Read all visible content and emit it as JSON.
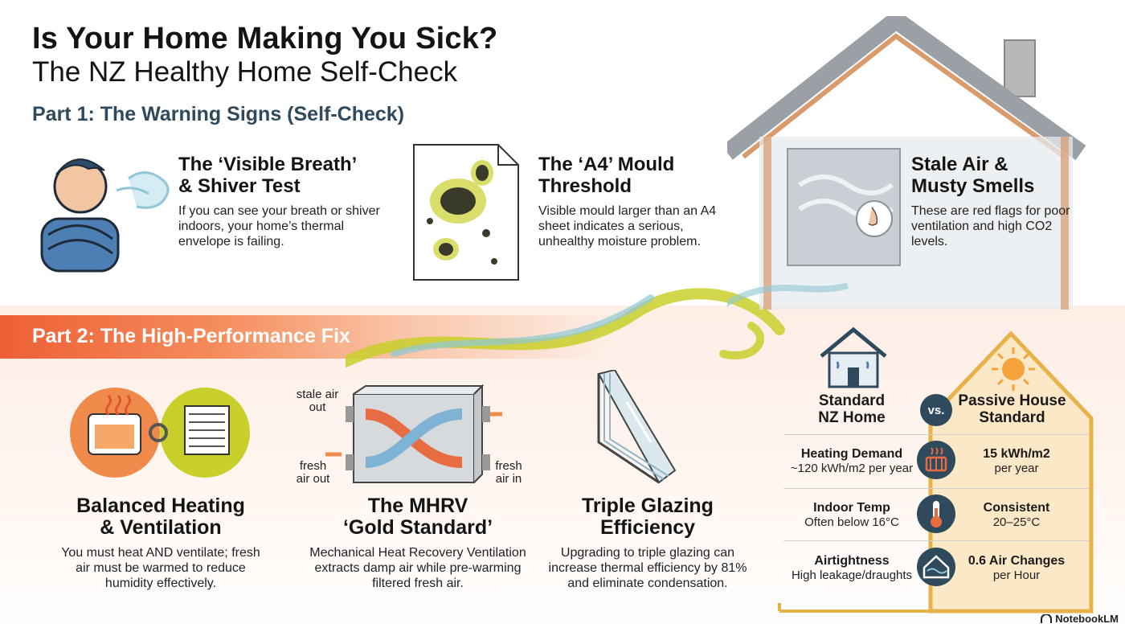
{
  "header": {
    "title": "Is Your Home Making You Sick?",
    "subtitle": "The NZ Healthy Home Self-Check"
  },
  "part1": {
    "heading": "Part 1: The Warning Signs (Self-Check)",
    "cards": [
      {
        "title_line1": "The ‘Visible Breath’",
        "title_line2": "& Shiver Test",
        "body": "If you can see your breath or shiver indoors, your home’s thermal envelope is failing.",
        "icon": "shivering-person-icon"
      },
      {
        "title_line1": "The ‘A4’ Mould",
        "title_line2": "Threshold",
        "body": "Visible mould larger than an A4 sheet indicates a serious, unhealthy moisture problem.",
        "icon": "mouldy-paper-icon"
      },
      {
        "title_line1": "Stale Air &",
        "title_line2": "Musty Smells",
        "body": "These are red flags for poor ventilation and high CO2 levels.",
        "icon": "nose-icon"
      }
    ]
  },
  "part2": {
    "heading": "Part 2: The High-Performance Fix",
    "fixes": [
      {
        "title_line1": "Balanced Heating",
        "title_line2": "& Ventilation",
        "body": "You must heat AND ventilate; fresh air must be warmed to reduce humidity effectively."
      },
      {
        "title_line1": "The MHRV",
        "title_line2": "‘Gold Standard’",
        "body": "Mechanical Heat Recovery Ventilation extracts damp air while pre-warming filtered fresh air.",
        "labels": {
          "stale_out_1": "stale air",
          "stale_out_2": "out",
          "fresh_out_1": "fresh",
          "fresh_out_2": "air out",
          "fresh_in_1": "fresh",
          "fresh_in_2": "air in"
        }
      },
      {
        "title_line1": "Triple Glazing",
        "title_line2": "Efficiency",
        "body": "Upgrading to triple glazing can increase thermal efficiency by 81% and eliminate condensation."
      }
    ]
  },
  "comparison": {
    "left_head_1": "Standard",
    "left_head_2": "NZ Home",
    "vs": "vs.",
    "right_head_1": "Passive House",
    "right_head_2": "Standard",
    "rows": [
      {
        "left_title": "Heating Demand",
        "left_value": "~120 kWh/m2 per year",
        "icon": "heater-icon",
        "right_title": "15 kWh/m2",
        "right_value": "per year"
      },
      {
        "left_title": "Indoor Temp",
        "left_value": "Often below 16°C",
        "icon": "thermometer-icon",
        "right_title": "Consistent",
        "right_value": "20–25°C"
      },
      {
        "left_title": "Airtightness",
        "left_value": "High leakage/draughts",
        "icon": "air-leak-house-icon",
        "right_title": "0.6 Air Changes",
        "right_value": "per Hour"
      }
    ]
  },
  "footer": {
    "brand": "NotebookLM"
  },
  "colors": {
    "accent_orange": "#ee5f36",
    "heading_slate": "#2f4a5c",
    "lime": "#c9cf2a",
    "passive_gold": "#e8b24a"
  }
}
